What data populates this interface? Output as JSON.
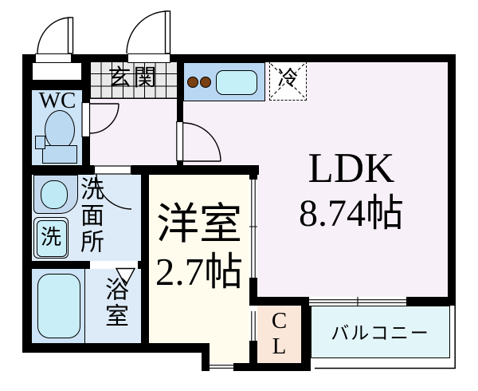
{
  "colors": {
    "wall": "#000000",
    "room-pink": "#f8f0f8",
    "room-cream": "#fffcee",
    "room-blue": "#cde3f6",
    "room-blue-light": "#ddebf8",
    "tile-gray": "#e9e9e9",
    "closet-peach": "#fbe7da",
    "balcony-cyan": "#e2f5f8",
    "counter-blue": "#b9d7f2",
    "sink-cyan": "#c5f0f8",
    "fixture-blue": "#bcd9f2",
    "tub-cyan": "#c9eef8",
    "burner-brown": "#7a4012"
  },
  "rooms": {
    "genkan": {
      "label": "玄関"
    },
    "wc": {
      "label": "WC"
    },
    "washroom": {
      "label": "洗面所"
    },
    "washer": {
      "label": "洗"
    },
    "bathroom": {
      "label": "浴室"
    },
    "western_room": {
      "label": "洋室",
      "size": "2.7帖"
    },
    "ldk": {
      "label": "LDK",
      "size": "8.74帖"
    },
    "closet": {
      "label": "CL",
      "letters": [
        "C",
        "L"
      ]
    },
    "balcony": {
      "label": "バルコニー"
    },
    "refrigerator": {
      "label": "冷"
    }
  }
}
